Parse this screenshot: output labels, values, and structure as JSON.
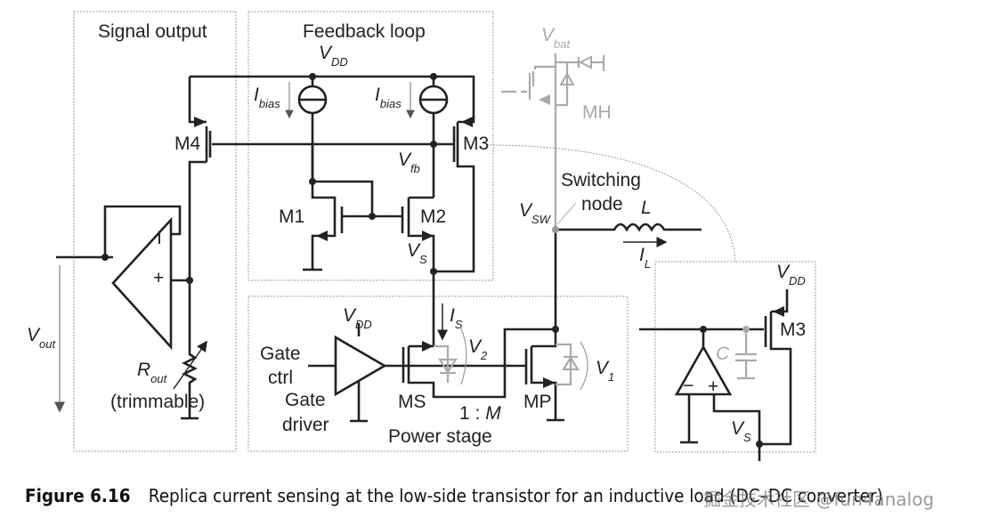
{
  "blocks": {
    "signal_output": "Signal output",
    "feedback_loop": "Feedback loop",
    "power_stage": "Power stage"
  },
  "labels": {
    "vdd": "V",
    "vdd_sub": "DD",
    "ibias": "I",
    "ibias_sub": "bias",
    "vfb": "V",
    "vfb_sub": "fb",
    "vs": "V",
    "vs_sub": "S",
    "vbat": "V",
    "vbat_sub": "bat",
    "vsw": "V",
    "vsw_sub": "SW",
    "il": "I",
    "il_sub": "L",
    "is": "I",
    "is_sub": "S",
    "v1": "V",
    "v1_sub": "1",
    "v2": "V",
    "v2_sub": "2",
    "vout": "V",
    "vout_sub": "out",
    "rout": "R",
    "rout_sub": "out",
    "trimmable": "(trimmable)",
    "inductor": "L",
    "capacitor": "C",
    "switching": "Switching",
    "node": "node",
    "gate_ctrl_1": "Gate",
    "gate_ctrl_2": "ctrl",
    "gate_driver_1": "Gate",
    "gate_driver_2": "driver",
    "ratio": "1 : ",
    "ratio_m": "M",
    "minus": "−",
    "plus": "+"
  },
  "transistors": {
    "m1": "M1",
    "m2": "M2",
    "m3": "M3",
    "m4": "M4",
    "mh": "MH",
    "ms": "MS",
    "mp": "MP"
  },
  "caption": {
    "figure": "Figure 6.16",
    "text": "Replica current sensing at the low-side transistor for an inductive load (DC–DC converter)",
    "watermark": "掘金技术社区 @fun4analog"
  }
}
